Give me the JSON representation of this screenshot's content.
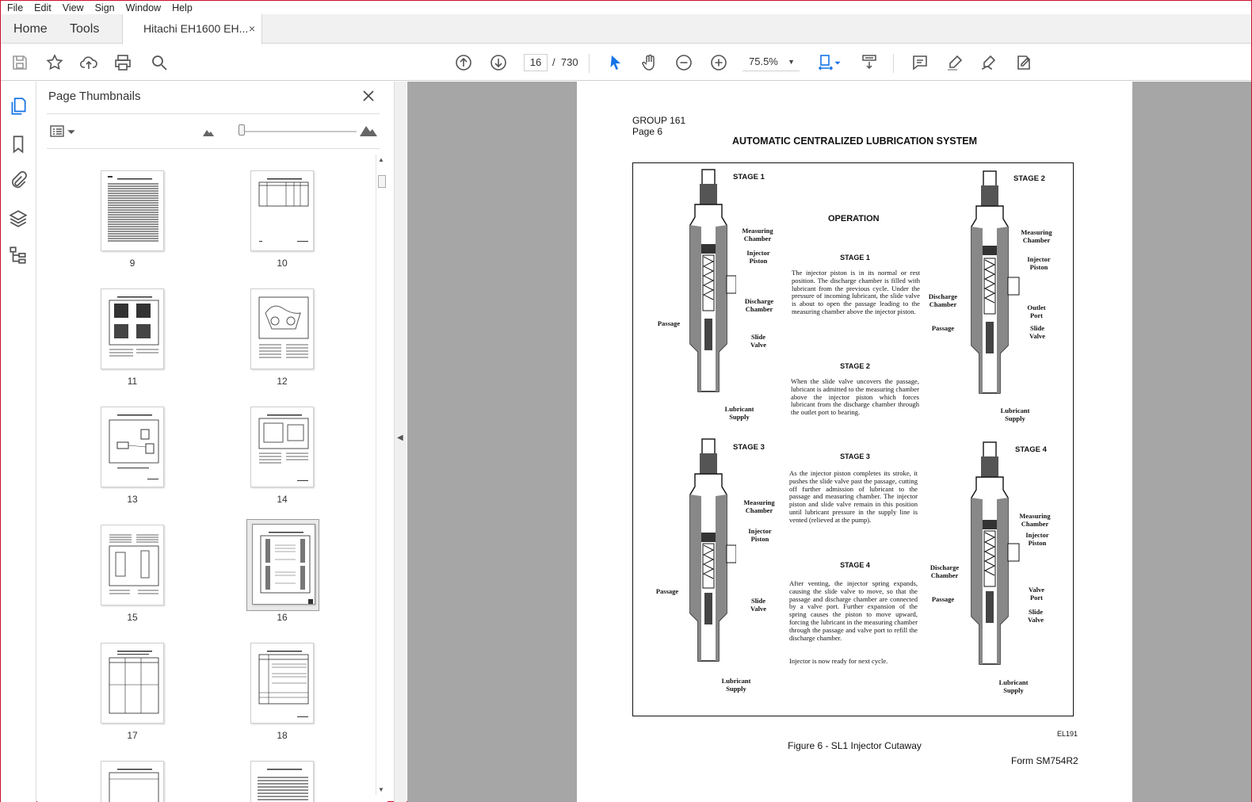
{
  "menu": [
    "File",
    "Edit",
    "View",
    "Sign",
    "Window",
    "Help"
  ],
  "tabs": {
    "home": "Home",
    "tools": "Tools",
    "document": "Hitachi EH1600 EH...",
    "close": "×"
  },
  "toolbar": {
    "page_current": "16",
    "page_sep": "/",
    "page_total": "730",
    "zoom": "75.5%"
  },
  "thumbnails": {
    "title": "Page Thumbnails",
    "pages": [
      {
        "num": "9"
      },
      {
        "num": "10"
      },
      {
        "num": "11"
      },
      {
        "num": "12"
      },
      {
        "num": "13"
      },
      {
        "num": "14"
      },
      {
        "num": "15"
      },
      {
        "num": "16"
      },
      {
        "num": "17"
      },
      {
        "num": "18"
      }
    ],
    "selected": "16"
  },
  "document": {
    "group": "GROUP 161",
    "page": "Page 6",
    "title": "AUTOMATIC CENTRALIZED LUBRICATION SYSTEM",
    "operation": "OPERATION",
    "stages": [
      {
        "label": "STAGE 1",
        "text": "The injector piston is in its normal or rest position. The discharge chamber is filled with lubricant from the previous cycle. Under the pressure of incoming lubricant, the slide valve is about to open the passage leading to the measuring chamber above the injector piston."
      },
      {
        "label": "STAGE 2",
        "text": "When the slide valve uncovers the passage, lubricant is admitted to the measuring chamber above the injector piston which forces lubricant from the discharge chamber through the outlet port to bearing."
      },
      {
        "label": "STAGE 3",
        "text": "As the injector piston completes its stroke, it pushes the slide valve past the passage, cutting off further admission of lubricant to the passage and measuring chamber. The injector piston and slide valve remain in this position until lubricant pressure in the supply line is vented (relieved at the pump)."
      },
      {
        "label": "STAGE 4",
        "text": "After venting, the injector spring expands, causing the slide valve to move, so that the passage and discharge chamber are connected by a valve port. Further expansion of the spring causes the piston to move upward, forcing the lubricant in the measuring chamber through the passage and valve port to refill the discharge chamber."
      }
    ],
    "ready": "Injector is now ready for next cycle.",
    "labels": {
      "measuring": "Measuring Chamber",
      "injector": "Injector Piston",
      "discharge": "Discharge Chamber",
      "passage": "Passage",
      "slide": "Slide Valve",
      "supply": "Lubricant Supply",
      "outlet": "Outlet Port",
      "valveport": "Valve Port"
    },
    "fig_code": "EL191",
    "caption": "Figure 6 - SL1 Injector Cutaway",
    "form": "Form SM754R2"
  }
}
